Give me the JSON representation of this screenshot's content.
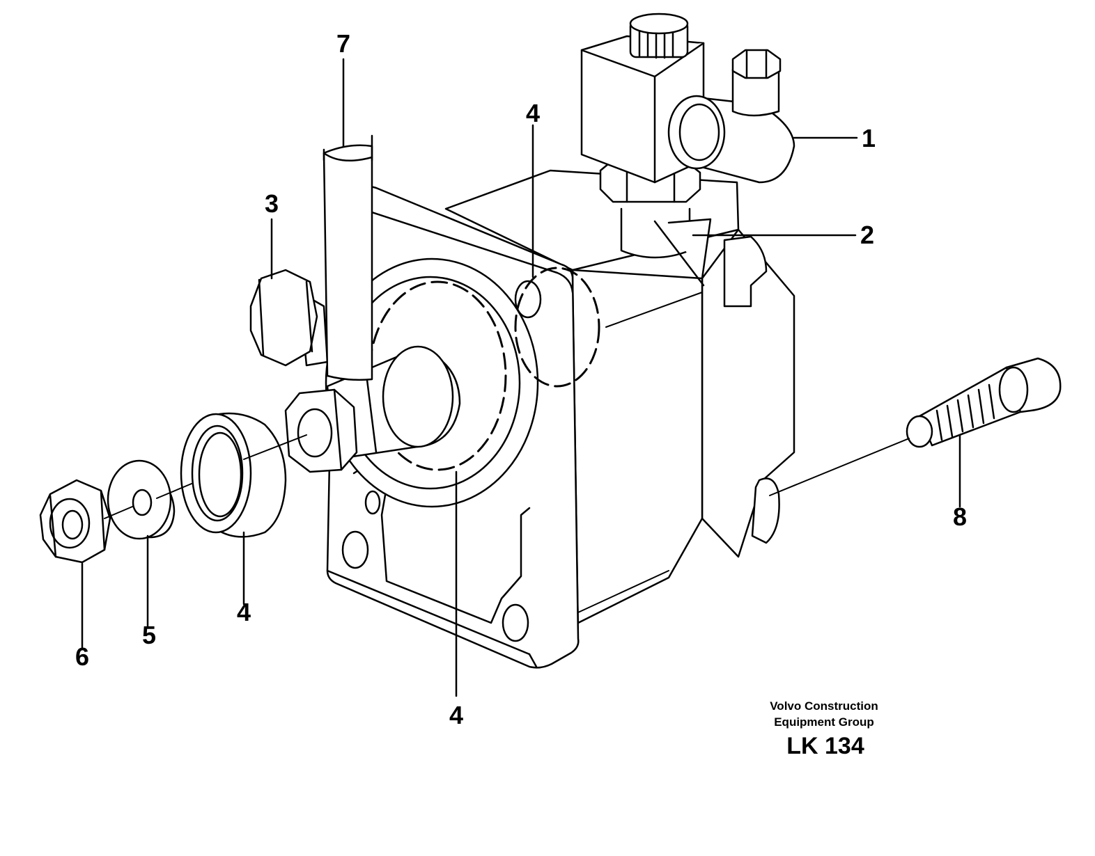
{
  "diagram": {
    "callouts": [
      {
        "id": "c1",
        "label": "1"
      },
      {
        "id": "c2",
        "label": "2"
      },
      {
        "id": "c3",
        "label": "3"
      },
      {
        "id": "c4a",
        "label": "4"
      },
      {
        "id": "c4b",
        "label": "4"
      },
      {
        "id": "c4c",
        "label": "4"
      },
      {
        "id": "c5",
        "label": "5"
      },
      {
        "id": "c6",
        "label": "6"
      },
      {
        "id": "c7",
        "label": "7"
      },
      {
        "id": "c8",
        "label": "8"
      }
    ]
  },
  "footer": {
    "company_line1": "Volvo Construction",
    "company_line2": "Equipment Group",
    "drawing_code": "LK 134"
  }
}
